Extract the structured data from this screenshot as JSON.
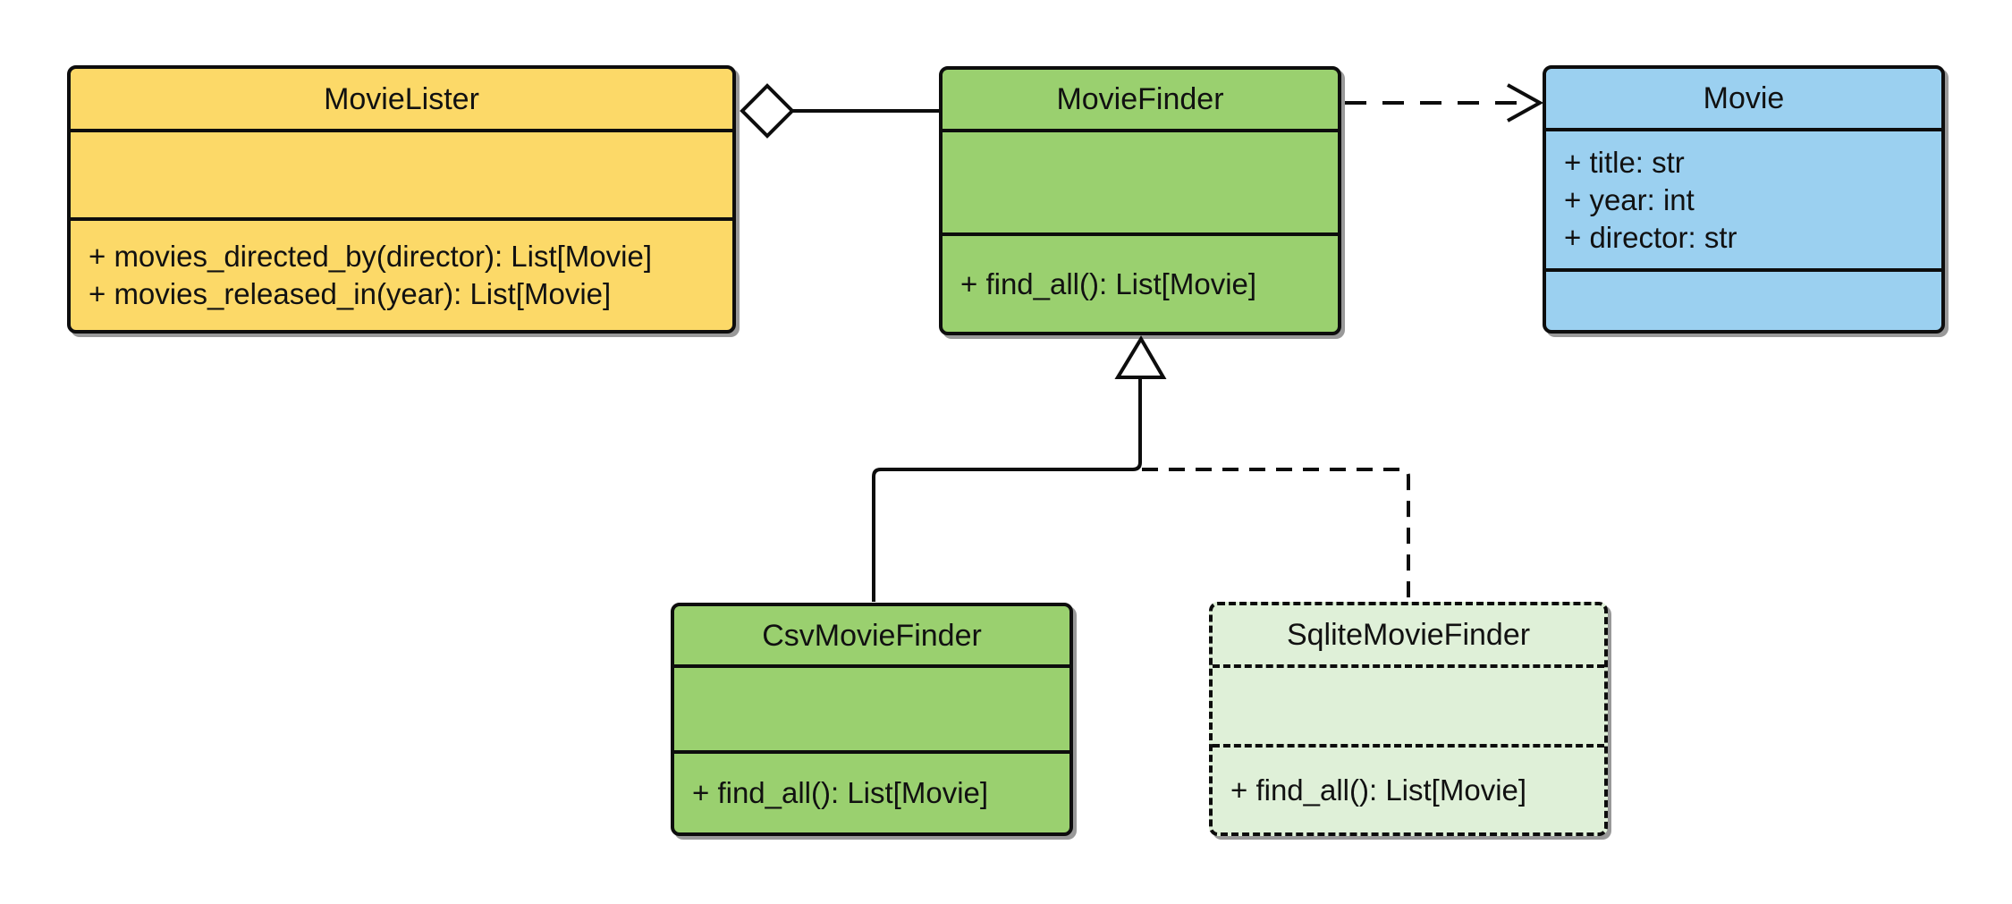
{
  "diagram": {
    "kind": "uml-class-diagram",
    "background": "#ffffff",
    "stroke": "#0d0d0d"
  },
  "classes": {
    "movie_lister": {
      "name": "MovieLister",
      "fill": "#fcd968",
      "border_style": "solid",
      "attributes": [],
      "methods": [
        "+ movies_directed_by(director): List[Movie]",
        "+ movies_released_in(year): List[Movie]"
      ]
    },
    "movie_finder": {
      "name": "MovieFinder",
      "fill": "#9ad06f",
      "border_style": "solid",
      "attributes": [],
      "methods": [
        "+ find_all(): List[Movie]"
      ]
    },
    "movie": {
      "name": "Movie",
      "fill": "#9bd0f0",
      "border_style": "solid",
      "attributes": [
        "+ title: str",
        "+ year: int",
        "+ director: str"
      ],
      "methods": []
    },
    "csv_movie_finder": {
      "name": "CsvMovieFinder",
      "fill": "#9ad06f",
      "border_style": "solid",
      "attributes": [],
      "methods": [
        "+ find_all(): List[Movie]"
      ]
    },
    "sqlite_movie_finder": {
      "name": "SqliteMovieFinder",
      "fill": "#dff0d8",
      "border_style": "dashed",
      "attributes": [],
      "methods": [
        "+ find_all(): List[Movie]"
      ]
    }
  },
  "relationships": [
    {
      "type": "aggregation",
      "from": "MovieLister",
      "to": "MovieFinder",
      "line": "solid",
      "marker": "hollow-diamond"
    },
    {
      "type": "dependency",
      "from": "MovieFinder",
      "to": "Movie",
      "line": "dashed",
      "marker": "open-arrow"
    },
    {
      "type": "generalization",
      "from": "CsvMovieFinder",
      "to": "MovieFinder",
      "line": "solid",
      "marker": "hollow-triangle"
    },
    {
      "type": "generalization",
      "from": "SqliteMovieFinder",
      "to": "MovieFinder",
      "line": "dashed",
      "marker": "hollow-triangle"
    }
  ]
}
